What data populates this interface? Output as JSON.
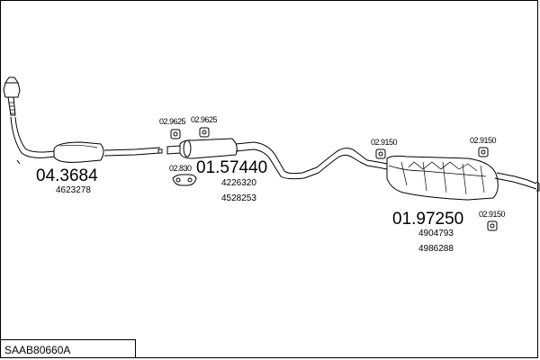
{
  "diagram": {
    "title": "SAAB80660A",
    "parts": [
      {
        "id": "front_pipe",
        "number": "04.3684",
        "oem": [
          "4623278"
        ]
      },
      {
        "id": "middle_silencer",
        "number": "01.57440",
        "oem": [
          "4226320",
          "4528253"
        ]
      },
      {
        "id": "rear_silencer",
        "number": "01.97250",
        "oem": [
          "4904793",
          "4986288"
        ]
      }
    ],
    "fittings": [
      {
        "id": "mount_a",
        "number": "02.9625"
      },
      {
        "id": "mount_b",
        "number": "02.9625"
      },
      {
        "id": "clamp",
        "number": "02.830"
      },
      {
        "id": "mount_c",
        "number": "02.9150"
      },
      {
        "id": "mount_d",
        "number": "02.9150"
      },
      {
        "id": "mount_e",
        "number": "02.9150"
      }
    ]
  }
}
